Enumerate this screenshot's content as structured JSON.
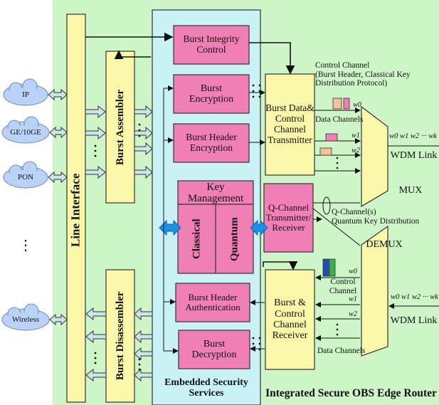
{
  "colors": {
    "router_bg": "#cdf5c7",
    "security_bg": "#c9f2f6",
    "pink": "#f07fb6",
    "yellow": "#fbf7a8",
    "cloud": "#b9d2f5",
    "mux": "#fbf7a8",
    "accent_blue": "#1c8fe8"
  },
  "networks": [
    "IP",
    "GE/10GE",
    "PON",
    "⋮",
    "Wireless"
  ],
  "line_interface": "Line Interface",
  "burst_assembler": "Burst Assembler",
  "burst_disassembler": "Burst Disassembler",
  "security": {
    "title_line1": "Embedded Security",
    "title_line2": "Services",
    "integrity": [
      "Burst Integrity",
      "Control"
    ],
    "encryption": [
      "Burst",
      "Encryption"
    ],
    "header_encryption": [
      "Burst Header",
      "Encryption"
    ],
    "key_management": "Key Management",
    "classical": "Classical",
    "quantum": "Quantum",
    "header_auth": [
      "Burst Header",
      "Authentication"
    ],
    "decryption": [
      "Burst",
      "Decryption"
    ]
  },
  "transmitter": [
    "Burst Data&",
    "Control",
    "Channel",
    "Transmitter"
  ],
  "qchannel": [
    "Q-Channel",
    "Transmitter/",
    "Receiver"
  ],
  "receiver": [
    "Burst &",
    "Control",
    "Channel",
    "Receiver"
  ],
  "control_channel_note": [
    "Control Channel",
    "(Burst Header, Classical Key",
    "Distribution Protocol)"
  ],
  "data_channels": "Data Channels",
  "qchannel_note": [
    "Q-Channel(s)",
    "Quantum Key Distribution"
  ],
  "control_channel": "Control Channel",
  "mux": "MUX",
  "demux": "DEMUX",
  "wdm_link": "WDM Link",
  "wavelengths": {
    "w0": "w0",
    "w1": "w1",
    "w2": "w2",
    "wk": "wk",
    "wdm_top": "w0 w1 w2 ··· wk",
    "wdm_bottom": "w0 w1 w2 ··· wk"
  },
  "router_title": "Integrated Secure OBS Edge Router"
}
